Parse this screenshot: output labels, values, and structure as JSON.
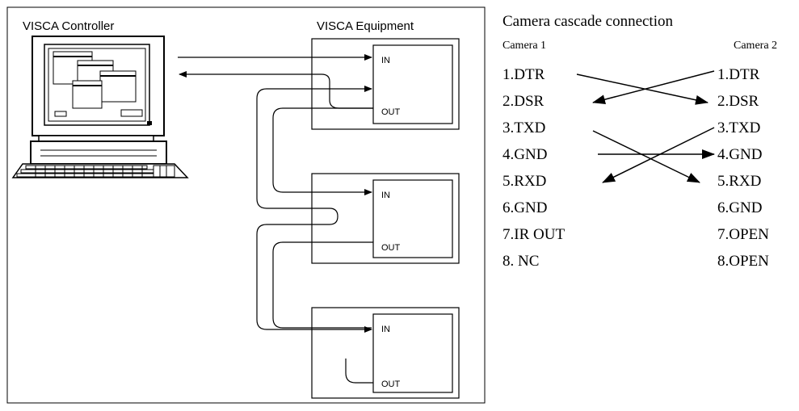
{
  "visca": {
    "controller_label": "VISCA Controller",
    "equipment_label": "VISCA Equipment",
    "units": [
      {
        "in_label": "IN",
        "out_label": "OUT"
      },
      {
        "in_label": "IN",
        "out_label": "OUT"
      },
      {
        "in_label": "IN",
        "out_label": "OUT"
      }
    ]
  },
  "cascade": {
    "title": "Camera cascade connection",
    "camera1_label": "Camera 1",
    "camera2_label": "Camera 2",
    "camera1_pins": [
      "1.DTR",
      "2.DSR",
      "3.TXD",
      "4.GND",
      "5.RXD",
      "6.GND",
      "7.IR OUT",
      "8. NC"
    ],
    "camera2_pins": [
      "1.DTR",
      "2.DSR",
      "3.TXD",
      "4.GND",
      "5.RXD",
      "6.GND",
      "7.OPEN",
      "8.OPEN"
    ]
  }
}
